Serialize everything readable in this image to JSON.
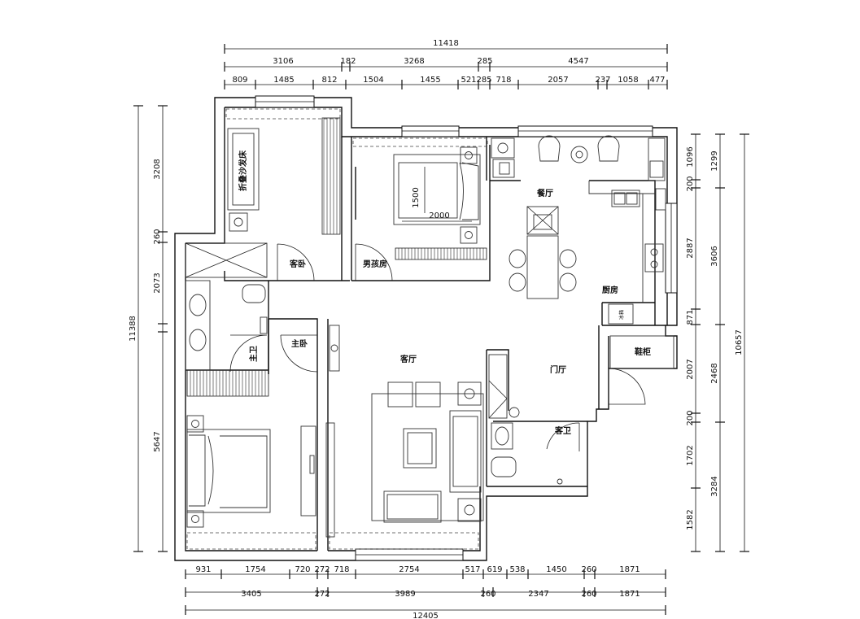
{
  "rooms": {
    "guest_bedroom": "客卧",
    "sofa_bed": "折叠沙发床",
    "boys_room": "男孩房",
    "dining": "餐厅",
    "kitchen": "厨房",
    "master_bedroom": "主卧",
    "master_bath": "主卫",
    "living": "客厅",
    "foyer": "门厅",
    "shoe_cabinet": "鞋柜",
    "guest_bath": "客卫",
    "bed_width": "1500",
    "bed_length": "2000",
    "fridge": "冰箱"
  },
  "dimensions": {
    "top_total": "11418",
    "top_mid": [
      "3106",
      "182",
      "3268",
      "285",
      "4547"
    ],
    "top_detail": [
      "809",
      "1485",
      "812",
      "1504",
      "1455",
      "521",
      "285",
      "718",
      "2057",
      "237",
      "1058",
      "477"
    ],
    "bottom_detail": [
      "931",
      "1754",
      "720",
      "272",
      "718",
      "2754",
      "517",
      "619",
      "538",
      "1450",
      "260",
      "1871"
    ],
    "bottom_mid": [
      "3405",
      "272",
      "3989",
      "260",
      "2347",
      "260",
      "1871"
    ],
    "bottom_total": "12405",
    "left_total": "11388",
    "left_detail": [
      "3208",
      "260",
      "2073",
      "5647"
    ],
    "right_detail": [
      "1096",
      "200",
      "2887",
      "871",
      "2007",
      "200",
      "1702",
      "1582"
    ],
    "right_mid": [
      "1299",
      "3606",
      "2468",
      "3284"
    ],
    "right_total": "10657"
  }
}
